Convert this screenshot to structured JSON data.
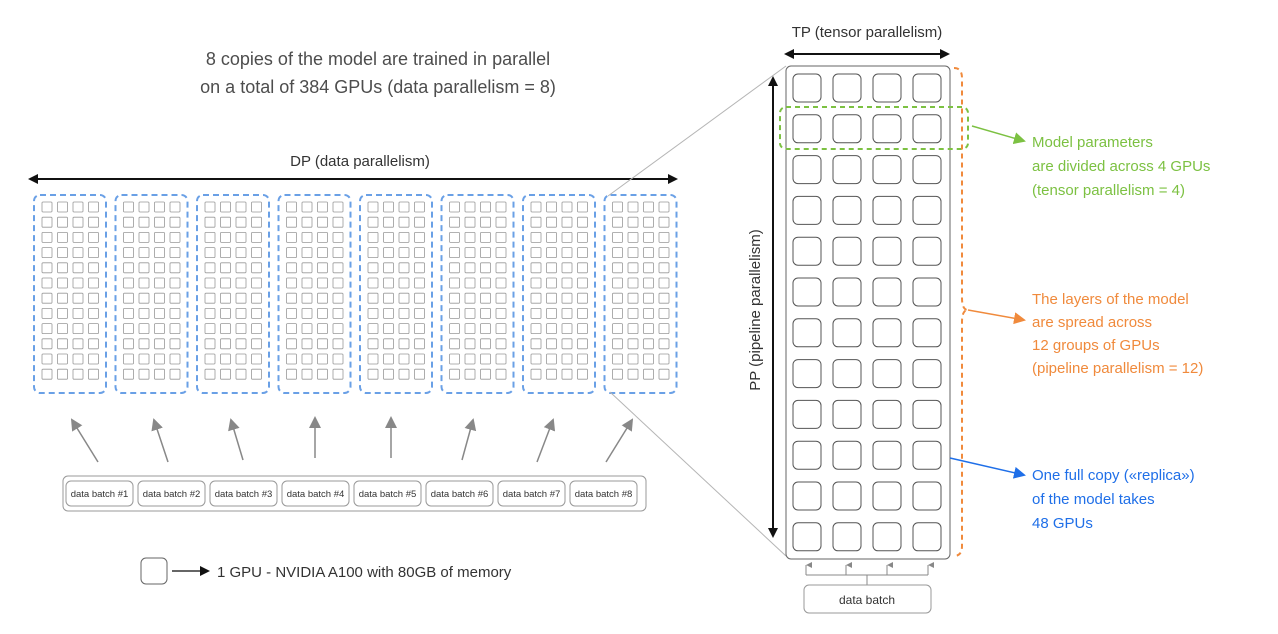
{
  "headline": {
    "line1": "8 copies of the model are trained in parallel",
    "line2": "on a total of 384 GPUs (data parallelism = 8)"
  },
  "dp_label": "DP (data parallelism)",
  "tp_label": "TP (tensor parallelism)",
  "pp_label": "PP (pipeline parallelism)",
  "replicas": {
    "count": 8,
    "rows": 12,
    "cols": 4
  },
  "batches": [
    "data batch #1",
    "data batch #2",
    "data batch #3",
    "data batch #4",
    "data batch #5",
    "data batch #6",
    "data batch #7",
    "data batch #8"
  ],
  "legend_text": "1 GPU - NVIDIA A100 with 80GB of memory",
  "zoom": {
    "rows": 12,
    "cols": 4,
    "batch_label": "data batch"
  },
  "annotations": {
    "tensor": {
      "lines": [
        "Model parameters",
        "are divided across 4 GPUs",
        "(tensor parallelism = 4)"
      ]
    },
    "pipeline": {
      "lines": [
        "The layers of the model",
        "are spread across",
        "12 groups of GPUs",
        "(pipeline parallelism = 12)"
      ]
    },
    "replica": {
      "lines": [
        "One full copy («replica»)",
        "of the model takes",
        "48 GPUs"
      ]
    }
  },
  "colors": {
    "text": "#4d4d4d",
    "dashed_blue": "#6aa0e6",
    "green": "#7cc142",
    "orange": "#f08a3c",
    "blue": "#1f6fe8",
    "gray": "#8a8a8a",
    "black": "#111111"
  }
}
